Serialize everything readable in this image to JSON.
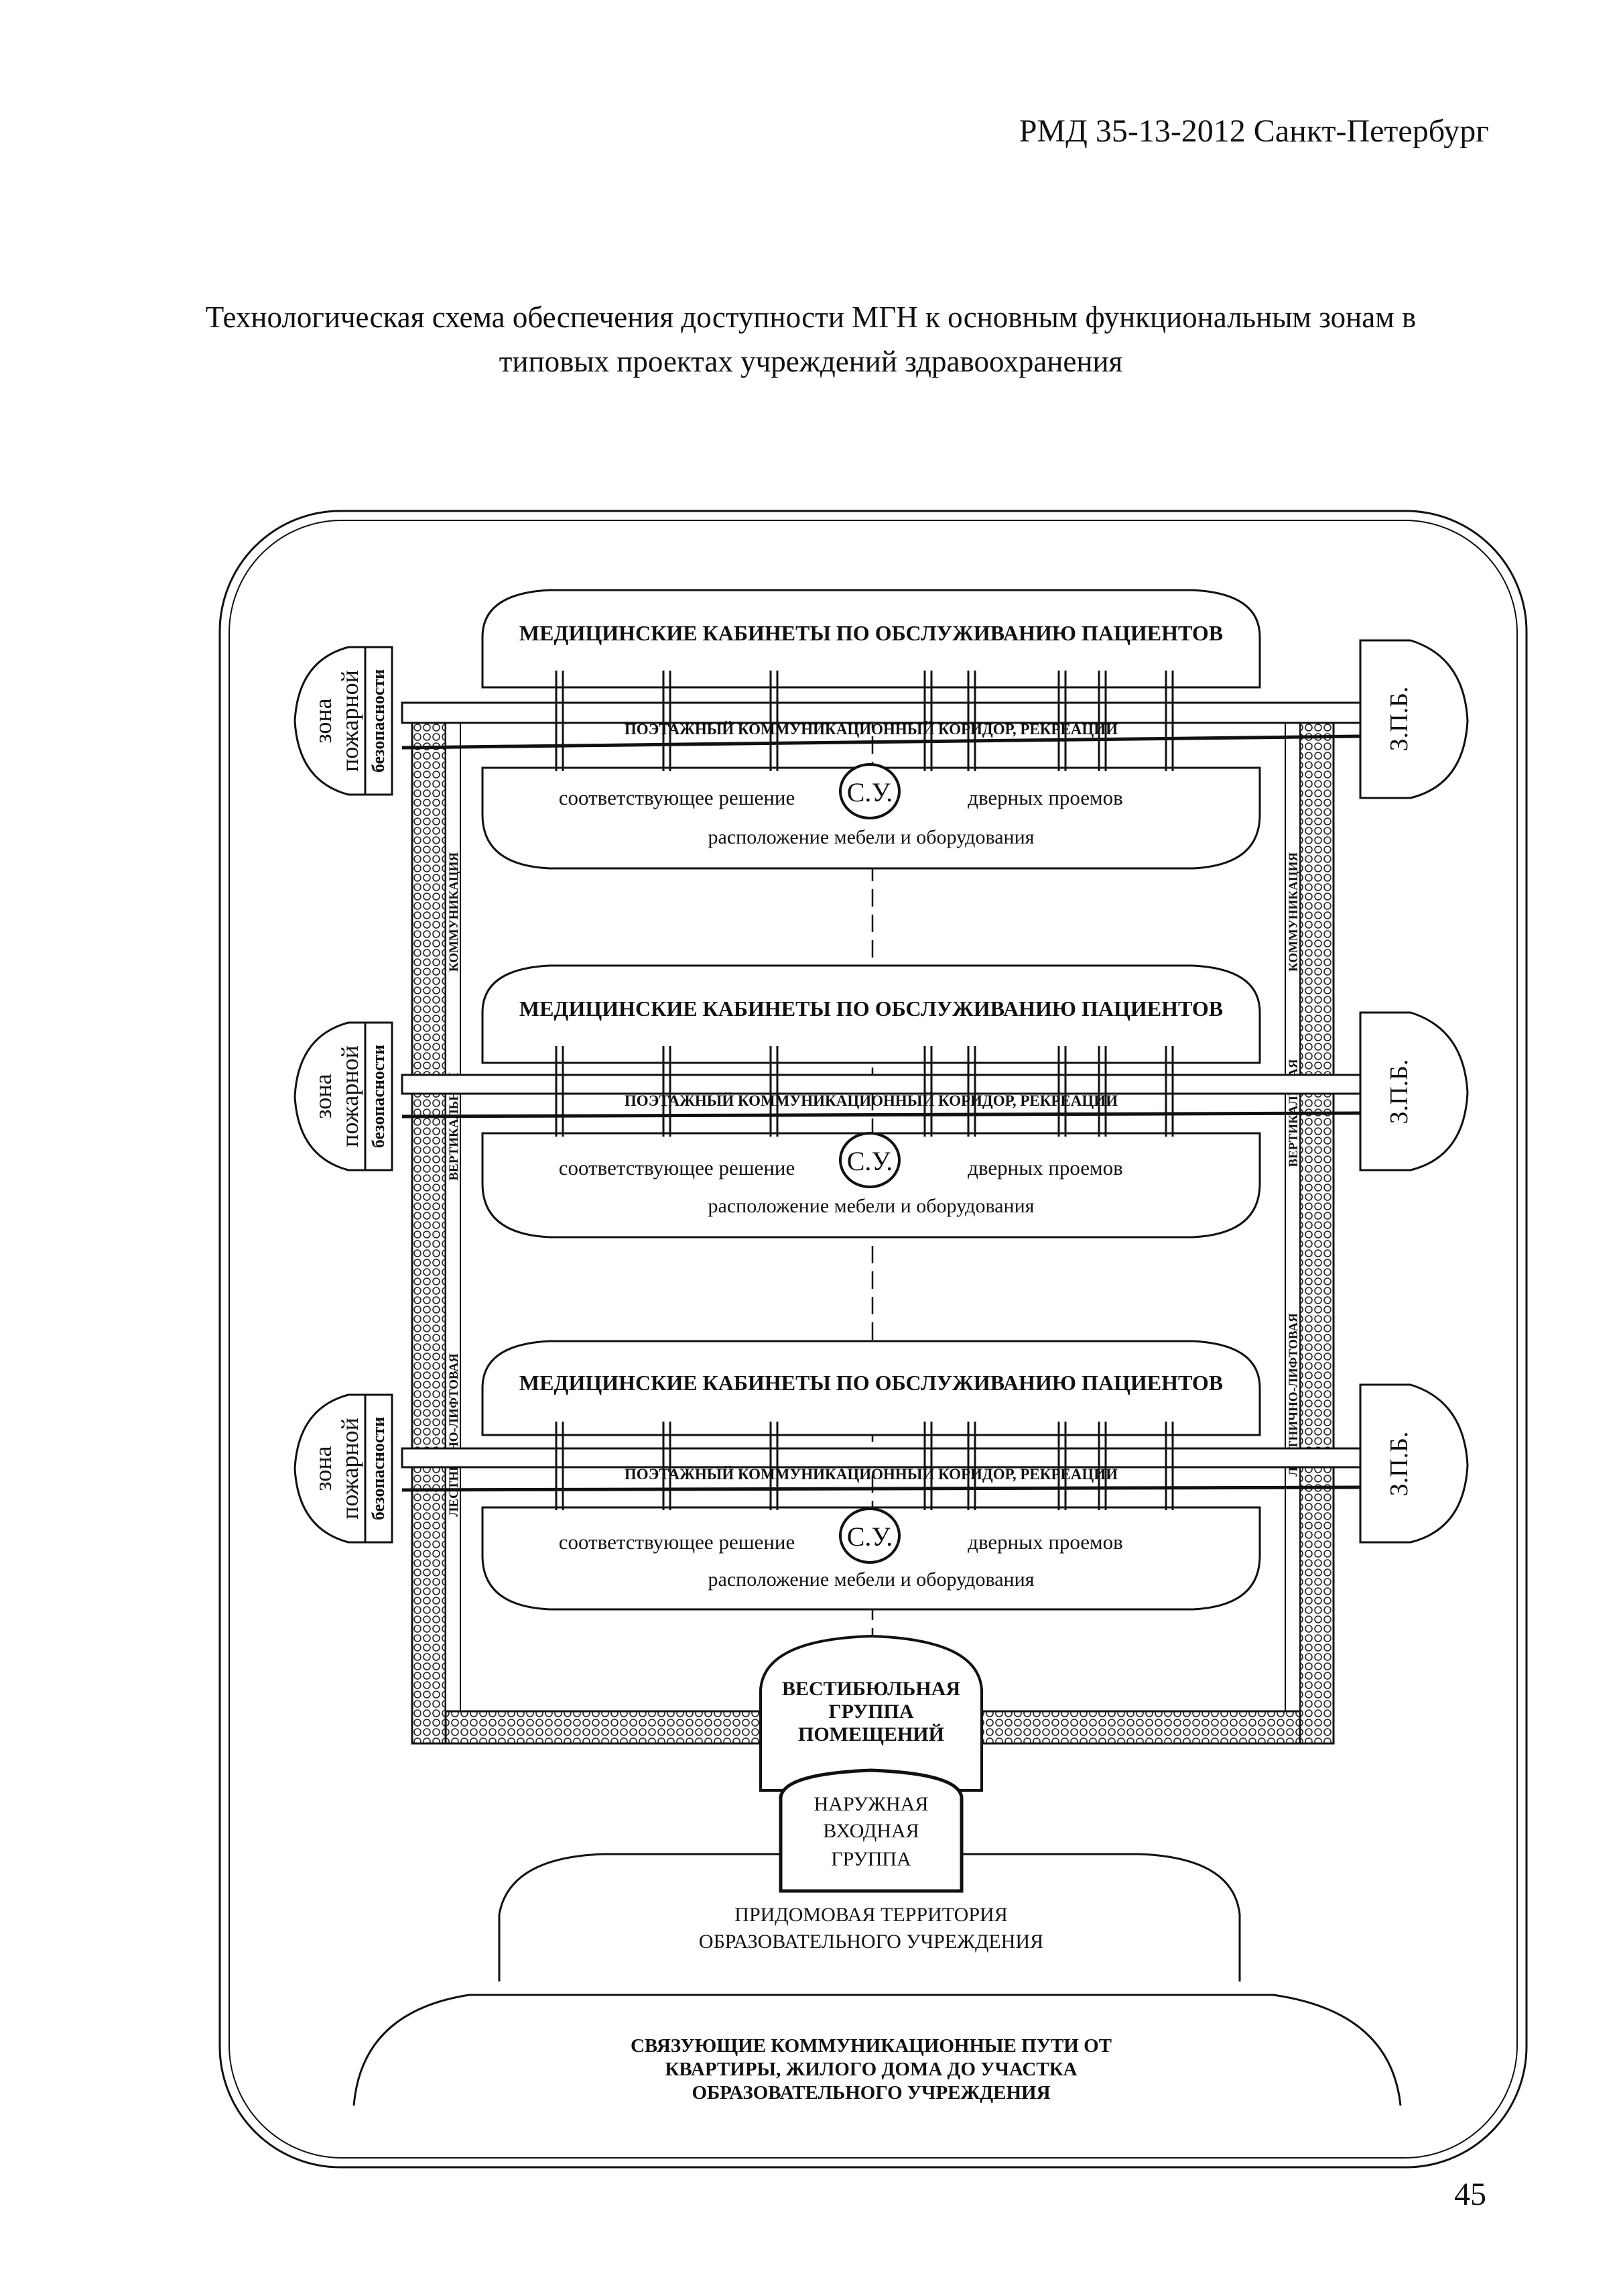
{
  "header": {
    "doc_code": "РМД 35-13-2012 Санкт-Петербург"
  },
  "title": {
    "line1": "Технологическая схема обеспечения доступности МГН  к основным  функциональным зонам в",
    "line2": "типовых проектах учреждений здравоохранения"
  },
  "floors": [
    {
      "cabinets": "МЕДИЦИНСКИЕ КАБИНЕТЫ ПО ОБСЛУЖИВАНИЮ ПАЦИЕНТОВ",
      "corridor": "ПОЭТАЖНЫЙ КОММУНИКАЦИОННЫЙ КОРИДОР, РЕКРЕАЦИИ",
      "su": "С.У.",
      "solution_left": "соответствующее  решение",
      "solution_right": "дверных проемов",
      "furniture": "расположение мебели и оборудования",
      "fire_zone_line1": "зона",
      "fire_zone_line2": "пожарной",
      "fire_zone_line3": "безопасности",
      "zpb": "З.П.Б."
    },
    {
      "cabinets": "МЕДИЦИНСКИЕ КАБИНЕТЫ ПО ОБСЛУЖИВАНИЮ ПАЦИЕНТОВ",
      "corridor": "ПОЭТАЖНЫЙ КОММУНИКАЦИОННЫЙ КОРИДОР, РЕКРЕАЦИИ",
      "su": "С.У.",
      "solution_left": "соответствующее  решение",
      "solution_right": "дверных проемов",
      "furniture": "расположение мебели и оборудования",
      "fire_zone_line1": "зона",
      "fire_zone_line2": "пожарной",
      "fire_zone_line3": "безопасности",
      "zpb": "З.П.Б."
    },
    {
      "cabinets": "МЕДИЦИНСКИЕ КАБИНЕТЫ ПО ОБСЛУЖИВАНИЮ ПАЦИЕНТОВ",
      "corridor": "ПОЭТАЖНЫЙ КОММУНИКАЦИОННЫЙ КОРИДОР, РЕКРЕАЦИИ",
      "su": "С.У.",
      "solution_left": "соответствующее  решение",
      "solution_right": "дверных проемов",
      "furniture": "расположение мебели и оборудования",
      "fire_zone_line1": "зона",
      "fire_zone_line2": "пожарной",
      "fire_zone_line3": "безопасности",
      "zpb": "З.П.Б."
    }
  ],
  "vertical_comm": {
    "left_lower": "ЛЕСТНИЧНО-ЛИФТОВАЯ",
    "left_mid": "ВЕРТИКАЛЬНАЯ",
    "left_upper": "КОММУНИКАЦИЯ",
    "right_lower": "ЛЕСТНИЧНО-ЛИФТОВАЯ",
    "right_mid": "ВЕРТИКАЛЬНАЯ",
    "right_upper": "КОММУНИКАЦИЯ"
  },
  "vestibule": {
    "line1": "ВЕСТИБЮЛЬНАЯ",
    "line2": "ГРУППА",
    "line3": "ПОМЕЩЕНИЙ"
  },
  "entrance": {
    "line1": "НАРУЖНАЯ",
    "line2": "ВХОДНАЯ",
    "line3": "ГРУППА"
  },
  "territory": {
    "line1": "ПРИДОМОВАЯ  ТЕРРИТОРИЯ",
    "line2": "ОБРАЗОВАТЕЛЬНОГО  УЧРЕЖДЕНИЯ"
  },
  "paths": {
    "line1": "СВЯЗУЮЩИЕ  КОММУНИКАЦИОННЫЕ  ПУТИ  ОТ",
    "line2": "КВАРТИРЫ,  ЖИЛОГО  ДОМА  ДО  УЧАСТКА",
    "line3": "ОБРАЗОВАТЕЛЬНОГО  УЧРЕЖДЕНИЯ"
  },
  "page_number": "45"
}
